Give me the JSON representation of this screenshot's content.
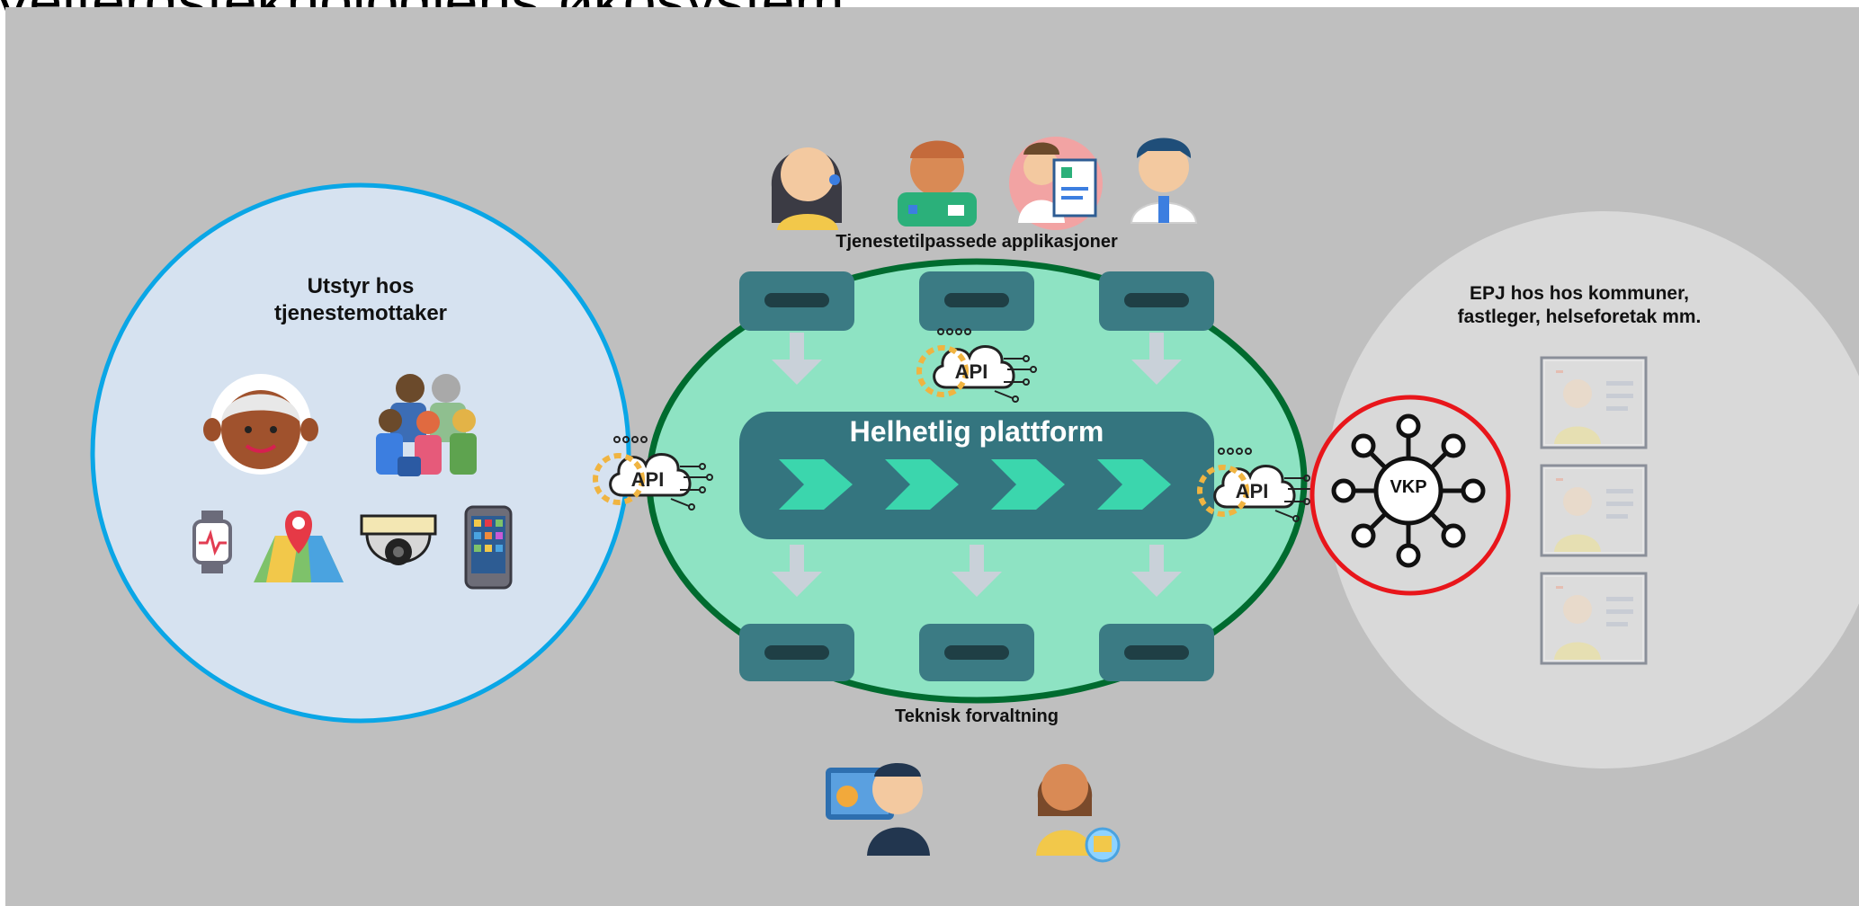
{
  "title": "Velferdsteknologiens økosystem",
  "labels": {
    "recipient_equipment_line1": "Utstyr hos",
    "recipient_equipment_line2": "tjenestemottaker",
    "apps": "Tjenestetilpassede applikasjoner",
    "platform": "Helhetlig plattform",
    "technical": "Teknisk forvaltning",
    "epj_line1": "EPJ hos hos kommuner,",
    "epj_line2": "fastleger, helseforetak mm.",
    "api": "API",
    "vkp": "VKP"
  },
  "colors": {
    "background": "#bfbfbf",
    "recipient_circle_fill": "#d6e2f0",
    "recipient_circle_stroke": "#0aa6e6",
    "platform_ellipse_fill": "#8ee3c3",
    "platform_ellipse_stroke": "#006b2f",
    "platform_bar": "#34757f",
    "chevron": "#3bd6ad",
    "epj_circle_fill": "#d9d9d9",
    "vkp_circle_stroke": "#e8161b"
  },
  "icons": {
    "recipient": [
      "elderly-woman-icon",
      "family-icon",
      "smartwatch-icon",
      "map-location-icon",
      "security-camera-icon",
      "smartphone-icon"
    ],
    "apps_users": [
      "call-center-woman-icon",
      "nurse-icon",
      "doctor-report-icon",
      "doctor-icon"
    ],
    "technical_users": [
      "it-technician-icon",
      "support-agent-icon"
    ]
  }
}
